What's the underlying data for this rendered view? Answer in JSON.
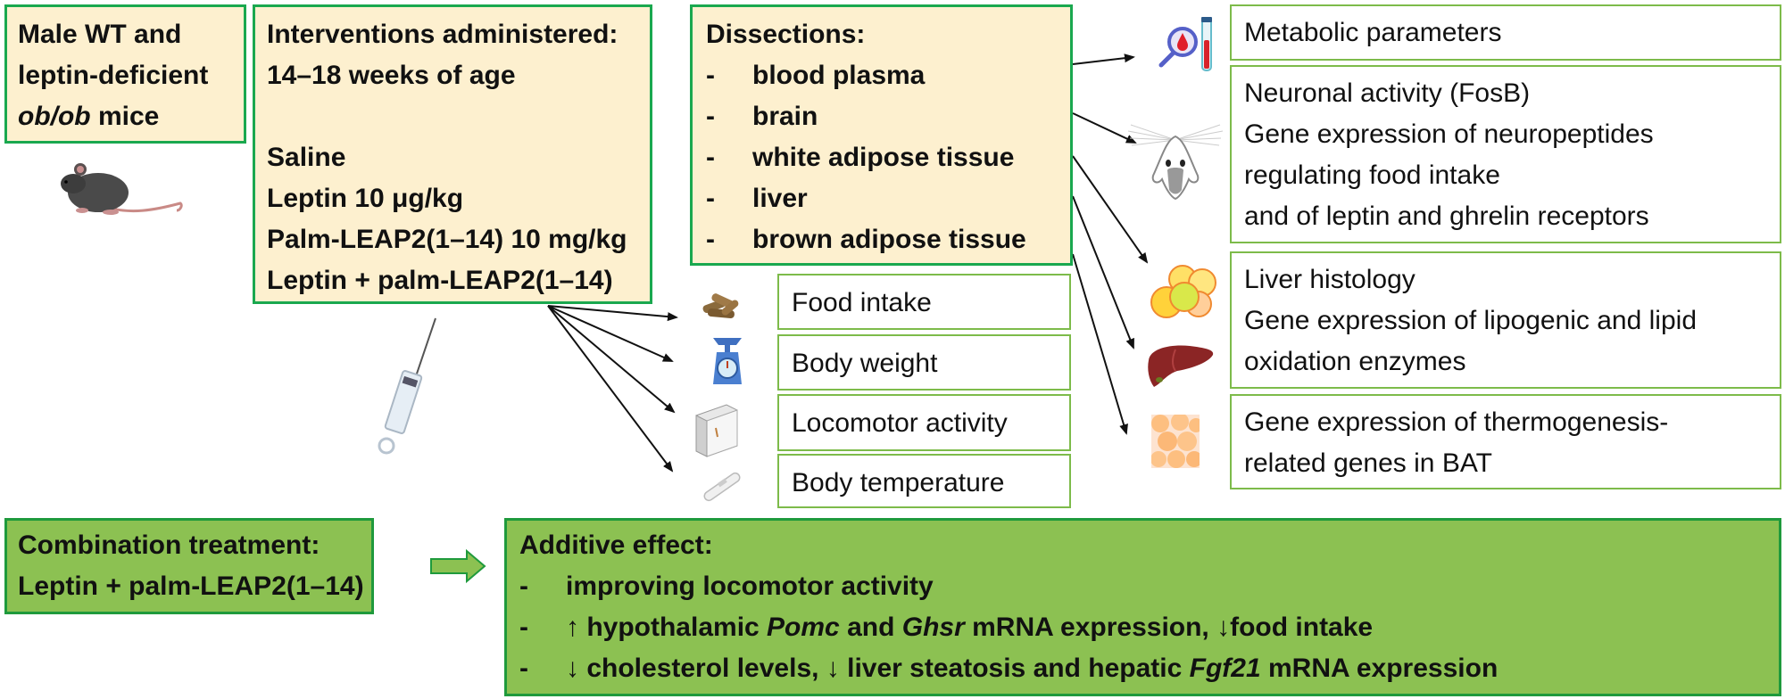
{
  "mice_box": {
    "line1": "Male WT and",
    "line2": "leptin-deficient",
    "line3_italic": "ob/ob",
    "line3_rest": " mice"
  },
  "interventions_box": {
    "title": "Interventions administered:",
    "age": "14–18 weeks of age",
    "treatments": [
      "Saline",
      "Leptin 10 μg/kg",
      "Palm-LEAP2(1–14) 10 mg/kg",
      "Leptin + palm-LEAP2(1–14)"
    ]
  },
  "dissections_box": {
    "title": "Dissections:",
    "bullet": "-",
    "items": [
      "blood plasma",
      "brain",
      "white adipose tissue",
      "liver",
      "brown adipose tissue"
    ]
  },
  "measurements": [
    {
      "label": "Food intake",
      "icon": "food-pellets-icon"
    },
    {
      "label": "Body weight",
      "icon": "scale-icon"
    },
    {
      "label": "Locomotor activity",
      "icon": "activity-cage-icon"
    },
    {
      "label": "Body temperature",
      "icon": "thermometer-icon"
    }
  ],
  "outcomes": [
    {
      "icon": "blood-test-icon",
      "lines": [
        "Metabolic parameters"
      ]
    },
    {
      "icon": "brain-icon",
      "lines": [
        "Neuronal activity (FosB)",
        "Gene expression of neuropeptides",
        "regulating food intake",
        "and of leptin and ghrelin receptors"
      ]
    },
    {
      "icon": "liver-icon",
      "lines": [
        "Liver histology",
        "Gene expression of lipogenic and lipid",
        "oxidation enzymes"
      ]
    },
    {
      "icon": "brown-adipose-icon",
      "lines": [
        "Gene expression of thermogenesis-",
        "related genes in BAT"
      ]
    }
  ],
  "combination_box": {
    "title": "Combination treatment:",
    "treatment": "Leptin + palm-LEAP2(1–14)"
  },
  "additive_box": {
    "title": "Additive effect:",
    "bullet": "-",
    "effect1": "improving locomotor activity",
    "effect2": {
      "a": "↑ hypothalamic ",
      "pomc": "Pomc",
      "b": " and ",
      "ghsr": "Ghsr",
      "c": " mRNA expression, ↓food intake"
    },
    "effect3": {
      "a": "↓ cholesterol levels, ↓ liver steatosis and hepatic ",
      "fgf21": "Fgf21",
      "b": " mRNA expression"
    }
  },
  "colors": {
    "beige_fill": "#fdf0cf",
    "green_fill": "#8cc152",
    "box_border_green": "#1aa84f",
    "outline_green": "#7dbb4a"
  }
}
